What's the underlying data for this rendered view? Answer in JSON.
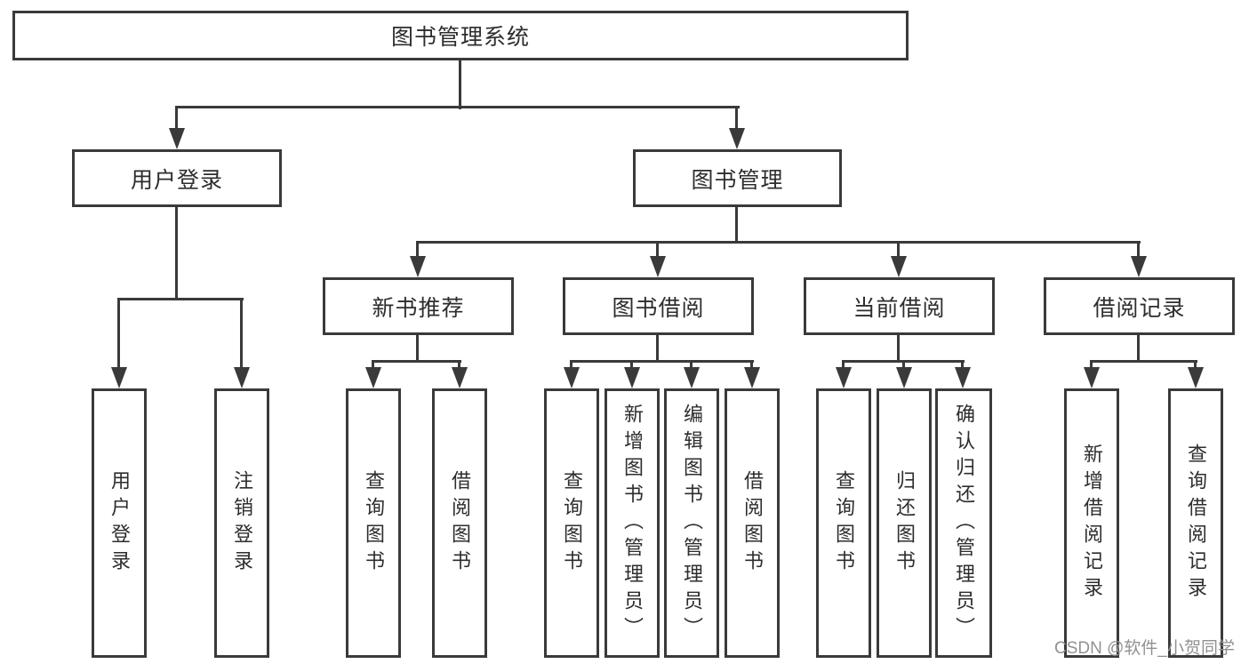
{
  "tree": {
    "label": "图书管理系统",
    "children": [
      {
        "label": "用户登录",
        "children": [
          {
            "label": "用户登录"
          },
          {
            "label": "注销登录"
          }
        ]
      },
      {
        "label": "图书管理",
        "children": [
          {
            "label": "新书推荐",
            "children": [
              {
                "label": "查询图书"
              },
              {
                "label": "借阅图书"
              }
            ]
          },
          {
            "label": "图书借阅",
            "children": [
              {
                "label": "查询图书"
              },
              {
                "label": "新增图书（管理员）"
              },
              {
                "label": "编辑图书（管理员）"
              },
              {
                "label": "借阅图书"
              }
            ]
          },
          {
            "label": "当前借阅",
            "children": [
              {
                "label": "查询图书"
              },
              {
                "label": "归还图书"
              },
              {
                "label": "确认归还（管理员）"
              }
            ]
          },
          {
            "label": "借阅记录",
            "children": [
              {
                "label": "新增借阅记录"
              },
              {
                "label": "查询借阅记录"
              }
            ]
          }
        ]
      }
    ]
  },
  "colors": {
    "line": "#3a3a3a",
    "text": "#2d2d2d",
    "background": "#ffffff",
    "watermark": "#919191"
  },
  "watermark": {
    "text": "CSDN @软件_小贺同学"
  }
}
